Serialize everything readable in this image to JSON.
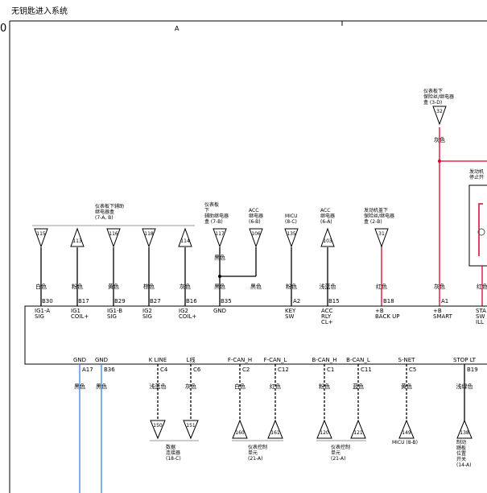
{
  "diagram": {
    "title": "无钥匙进入系统",
    "edge_number": "0",
    "box_label": "A",
    "colors": {
      "wire_black": "#000000",
      "wire_red": "#e0002a",
      "wire_blue": "#3f86d8",
      "wire_pink": "#e05070"
    },
    "group_captions": [
      {
        "id": "g1",
        "lines": [
          "仪表板下辅助",
          "继电器盒",
          "(7-A, B)"
        ]
      },
      {
        "id": "g2",
        "lines": [
          "仪表板",
          "下",
          "辅助继电器",
          "盒 (7-B)"
        ]
      },
      {
        "id": "g3",
        "lines": [
          "ACC",
          "继电器",
          "(6-B)"
        ]
      },
      {
        "id": "g4",
        "lines": [
          "MICU",
          "(8-C)"
        ]
      },
      {
        "id": "g5",
        "lines": [
          "ACC",
          "继电器",
          "(6-A)"
        ]
      },
      {
        "id": "g6",
        "lines": [
          "发动机盖下",
          "保险丝/继电器",
          "盒 (2-B)"
        ]
      },
      {
        "id": "g7",
        "lines": [
          "仪表板下",
          "保险丝/继电器",
          "盒 (3-D)"
        ]
      },
      {
        "id": "g8",
        "lines": [
          "发动机",
          "停止开"
        ]
      }
    ],
    "top_connectors": [
      {
        "id": "115",
        "color": "白色",
        "pin": "B30",
        "sig": [
          "IG1-A",
          "SIG"
        ]
      },
      {
        "id": "113",
        "color": "粉色",
        "pin": "B17",
        "sig": [
          "IG1",
          "COIL+"
        ]
      },
      {
        "id": "116",
        "color": "黄色",
        "pin": "B29",
        "sig": [
          "IG1-B",
          "SIG"
        ]
      },
      {
        "id": "118",
        "color": "棕色",
        "pin": "B27",
        "sig": [
          "IG2",
          "SIG"
        ]
      },
      {
        "id": "114",
        "color": "灰色",
        "pin": "B16",
        "sig": [
          "IG2",
          "COIL+"
        ]
      },
      {
        "id": "117",
        "color": "黑色",
        "color2": "黑色",
        "pin": "B35",
        "sig": [
          "GND",
          ""
        ]
      },
      {
        "id": "106",
        "color": "黑色"
      },
      {
        "id": "135",
        "color": "粉色",
        "pin": "A2",
        "sig": [
          "KEY",
          "SW"
        ]
      },
      {
        "id": "103",
        "color": "浅蓝色",
        "pin": "B15",
        "sig": [
          "ACC",
          "RLY",
          "CL+"
        ]
      },
      {
        "id": "31",
        "color": "红色",
        "pin": "B18",
        "sig": [
          "+B",
          "BACK UP"
        ]
      },
      {
        "id": "32",
        "color": "灰色",
        "color2": "灰色",
        "pin": "A1",
        "sig": [
          "+B",
          "SMART"
        ]
      },
      {
        "color": "红色",
        "sig": [
          "STA",
          "SW",
          "ILL"
        ]
      }
    ],
    "bottom_terminals": [
      {
        "name": "GND",
        "pin": "A17",
        "color": "黑色"
      },
      {
        "name": "GND",
        "pin": "B36",
        "color": "黑色"
      },
      {
        "name": "K LINE",
        "pin": "C4",
        "color": "浅蓝色",
        "conn": "150"
      },
      {
        "name": "L线",
        "pin": "C6",
        "color": "灰色",
        "conn": "151"
      },
      {
        "name": "F-CAN_H",
        "pin": "C2",
        "color": "白色",
        "conn": "160"
      },
      {
        "name": "F-CAN_L",
        "pin": "C12",
        "color": "红色",
        "conn": "161"
      },
      {
        "name": "B-CAN_H",
        "pin": "C1",
        "color": "粉色",
        "conn": "120"
      },
      {
        "name": "B-CAN_L",
        "pin": "C11",
        "color": "蓝色",
        "conn": "121"
      },
      {
        "name": "S-NET",
        "pin": "C5",
        "color": "黄色",
        "conn": "149"
      },
      {
        "name": "STOP LT",
        "pin": "B19",
        "color": "浅绿色",
        "conn": "138"
      }
    ],
    "bottom_captions": [
      {
        "id": "b1",
        "lines": [
          "数据",
          "连接器",
          "(18-C)"
        ]
      },
      {
        "id": "b2",
        "lines": [
          "仪表控制",
          "单元",
          "(21-A)"
        ]
      },
      {
        "id": "b3",
        "lines": [
          "仪表控制",
          "单元",
          "(21-A)"
        ]
      },
      {
        "id": "b4",
        "lines": [
          "MICU (8-B)"
        ]
      },
      {
        "id": "b5",
        "lines": [
          "制动",
          "踏板",
          "位置",
          "开关",
          "(14-A)"
        ]
      }
    ]
  }
}
